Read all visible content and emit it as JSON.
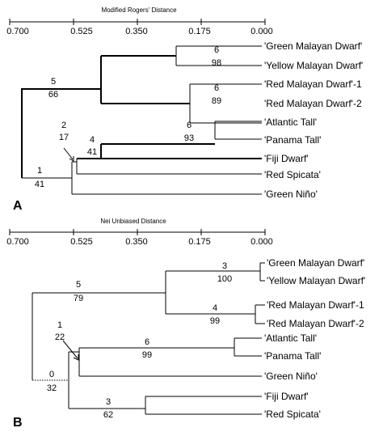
{
  "panel_a": {
    "letter": "A",
    "axis_title": "Modified Rogers' Distance",
    "ticks": [
      "0.700",
      "0.525",
      "0.350",
      "0.175",
      "0.000"
    ],
    "leaves": [
      "'Green Malayan Dwarf'",
      "'Yellow Malayan Dwarf'",
      "'Red Malayan Dwarf'-1",
      "'Red Malayan Dwarf'-2",
      "'Atlantic Tall'",
      "'Panama Tall'",
      "'Fiji Dwarf'",
      "'Red Spicata'",
      "'Green Niño'"
    ],
    "nodes": [
      {
        "top": "6",
        "bottom": "98"
      },
      {
        "top": "6",
        "bottom": "89"
      },
      {
        "top": "5",
        "bottom": "66"
      },
      {
        "top": "6",
        "bottom": "93"
      },
      {
        "top": "4",
        "bottom": "41"
      },
      {
        "top": "2",
        "bottom": "17"
      },
      {
        "top": "1",
        "bottom": "41"
      }
    ]
  },
  "panel_b": {
    "letter": "B",
    "axis_title": "Nei Unbiased Distance",
    "ticks": [
      "0.700",
      "0.525",
      "0.350",
      "0.175",
      "0.000"
    ],
    "leaves": [
      "'Green Malayan Dwarf'",
      "'Yellow Malayan Dwarf'",
      "'Red Malayan Dwarf'-1",
      "'Red Malayan Dwarf'-2",
      "'Atlantic Tall'",
      "'Panama Tall'",
      "'Green Niño'",
      "'Fiji Dwarf'",
      "'Red Spicata'"
    ],
    "nodes": [
      {
        "top": "3",
        "bottom": "100"
      },
      {
        "top": "4",
        "bottom": "99"
      },
      {
        "top": "5",
        "bottom": "79"
      },
      {
        "top": "6",
        "bottom": "99"
      },
      {
        "top": "1",
        "bottom": "22"
      },
      {
        "top": "3",
        "bottom": "62"
      },
      {
        "top": "0",
        "bottom": "32"
      }
    ]
  }
}
